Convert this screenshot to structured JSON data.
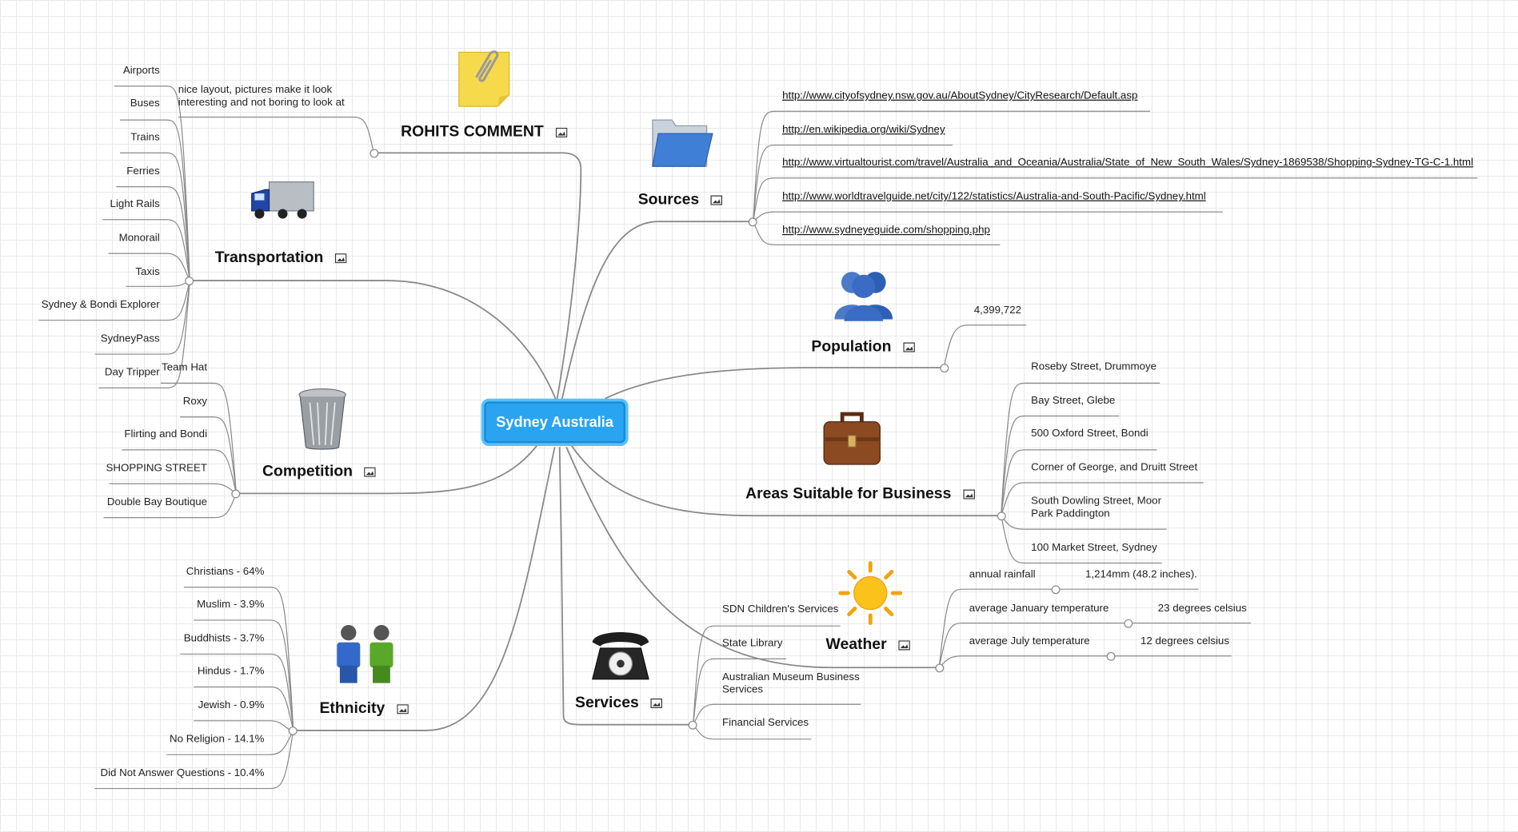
{
  "central": "Sydney Australia",
  "branches": {
    "rohit": {
      "title": "ROHITS COMMENT",
      "note": "nice layout, pictures make it look interesting and not boring to look at",
      "icon": "paperclip-note-icon"
    },
    "sources": {
      "title": "Sources",
      "icon": "folder-icon",
      "items": [
        "http://www.cityofsydney.nsw.gov.au/AboutSydney/CityResearch/Default.asp",
        "http://en.wikipedia.org/wiki/Sydney",
        "http://www.virtualtourist.com/travel/Australia_and_Oceania/Australia/State_of_New_South_Wales/Sydney-1869538/Shopping-Sydney-TG-C-1.html",
        "http://www.worldtravelguide.net/city/122/statistics/Australia-and-South-Pacific/Sydney.html",
        "http://www.sydneyeguide.com/shopping.php"
      ]
    },
    "transport": {
      "title": "Transportation",
      "icon": "truck-icon",
      "items": [
        "Airports",
        "Buses",
        "Trains",
        "Ferries",
        "Light Rails",
        "Monorail",
        "Taxis",
        "Sydney & Bondi Explorer",
        "SydneyPass",
        "Day Tripper"
      ]
    },
    "population": {
      "title": "Population",
      "icon": "people-icon",
      "items": [
        "4,399,722"
      ]
    },
    "competition": {
      "title": "Competition",
      "icon": "trash-can-icon",
      "items": [
        "Team Hat",
        "Roxy",
        "Flirting and Bondi",
        "SHOPPING STREET",
        "Double Bay Boutique"
      ]
    },
    "business": {
      "title": "Areas Suitable for Business",
      "icon": "briefcase-icon",
      "items": [
        "Roseby Street, Drummoye",
        "Bay Street, Glebe",
        "500 Oxford Street, Bondi",
        "Corner of George, and Druitt Street",
        "South Dowling Street, Moor Park Paddington",
        "100 Market Street, Sydney"
      ]
    },
    "weather": {
      "title": "Weather",
      "icon": "sun-icon",
      "items": [
        {
          "label": "annual rainfall",
          "value": "1,214mm (48.2 inches)."
        },
        {
          "label": "average January temperature",
          "value": "23 degrees celsius"
        },
        {
          "label": "average July temperature",
          "value": "12 degrees celsius"
        }
      ]
    },
    "services": {
      "title": "Services",
      "icon": "telephone-icon",
      "items": [
        "SDN Children's Services",
        "State Library",
        "Australian Museum Business Services",
        "Financial Services"
      ]
    },
    "ethnicity": {
      "title": "Ethnicity",
      "icon": "two-people-icon",
      "items": [
        "Christians - 64%",
        "Muslim - 3.9%",
        "Buddhists - 3.7%",
        "Hindus - 1.7%",
        "Jewish - 0.9%",
        "No Religion - 14.1%",
        "Did Not Answer Questions - 10.4%"
      ]
    }
  },
  "colors": {
    "central_fill": "#2aa4f0",
    "line": "#8a8a8a",
    "grid": "#e9e9e9"
  }
}
